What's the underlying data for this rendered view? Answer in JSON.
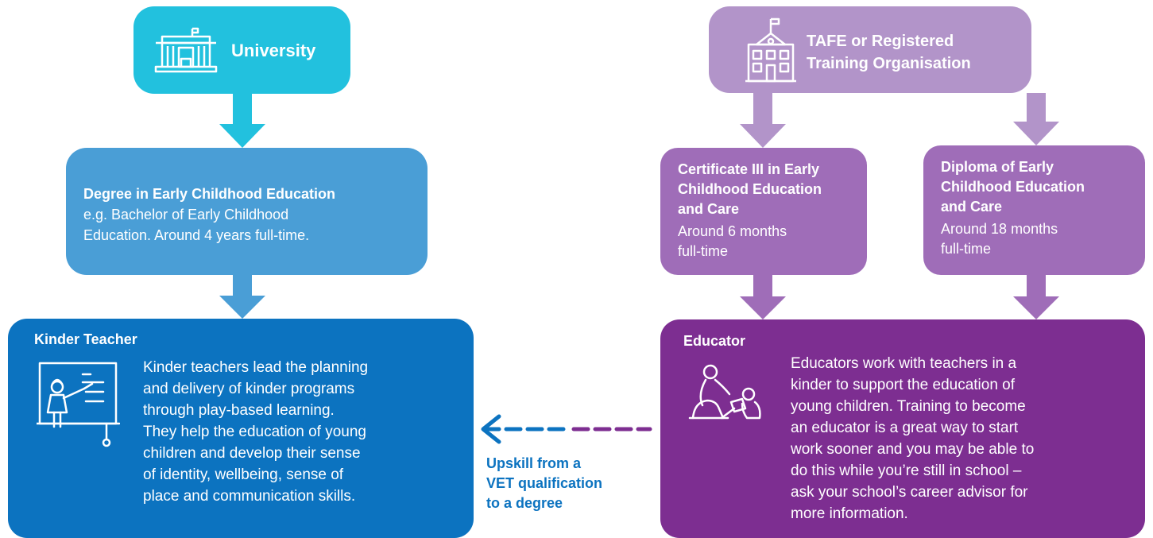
{
  "colors": {
    "university": "#22c1de",
    "degree": "#4a9ed6",
    "teacher": "#0c73c0",
    "tafe": "#b294c9",
    "qualification": "#9f6db8",
    "educator": "#7d2e91"
  },
  "university": {
    "title": "University",
    "icon": "university-building-icon"
  },
  "tafe": {
    "title": "TAFE or Registered\nTraining Organisation",
    "icon": "school-building-icon"
  },
  "degree": {
    "title": "Degree in Early Childhood Education",
    "description": "e.g. Bachelor of Early Childhood\nEducation. Around 4 years full-time."
  },
  "certificate": {
    "title": "Certificate III in Early\nChildhood Education\nand Care",
    "duration": "Around 6 months\nfull-time"
  },
  "diploma": {
    "title": "Diploma of Early\nChildhood Education\nand Care",
    "duration": "Around 18 months\nfull-time"
  },
  "kinder_teacher": {
    "role": "Kinder Teacher",
    "icon": "teacher-whiteboard-icon",
    "description": "Kinder teachers lead the planning\nand delivery of kinder programs\nthrough play-based learning.\nThey help the education of young\nchildren and develop their sense\nof identity, wellbeing, sense of\nplace and communication skills."
  },
  "educator": {
    "role": "Educator",
    "icon": "educator-with-child-icon",
    "description": "Educators work with teachers in a\nkinder to support the education of\nyoung children. Training to become\nan educator is a great way to start\nwork sooner and you may be able to\ndo this while you’re still in school –\nask your school’s career advisor for\nmore information."
  },
  "upskill": {
    "label": "Upskill from a\nVET qualification\nto a degree"
  }
}
